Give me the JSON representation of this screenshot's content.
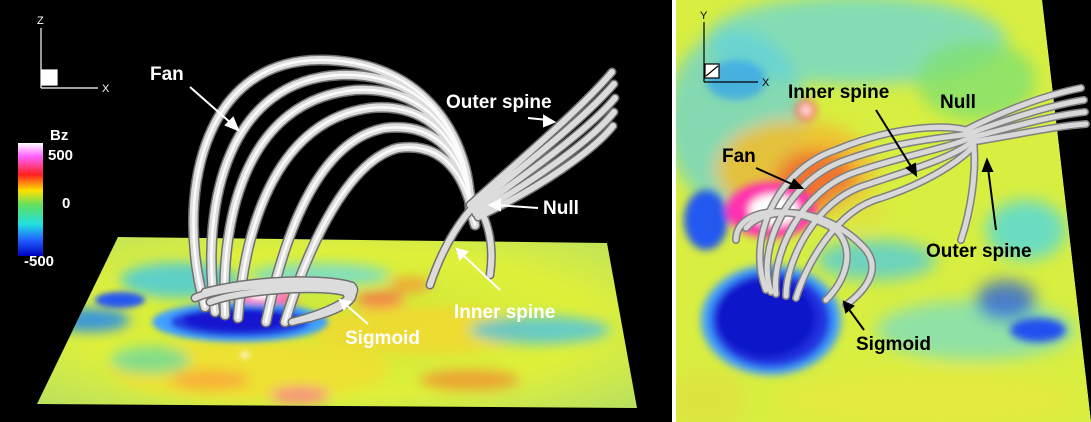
{
  "left": {
    "axes": {
      "vertical": "Z",
      "horizontal": "X"
    },
    "colorbar": {
      "title": "Bz",
      "ticks": [
        "500",
        "0",
        "-500"
      ]
    },
    "labels": {
      "fan": "Fan",
      "outer_spine": "Outer spine",
      "null": "Null",
      "inner_spine": "Inner spine",
      "sigmoid": "Sigmoid"
    }
  },
  "right": {
    "axes": {
      "vertical": "Y",
      "horizontal": "X"
    },
    "labels": {
      "inner_spine": "Inner spine",
      "null": "Null",
      "fan": "Fan",
      "outer_spine": "Outer spine",
      "sigmoid": "Sigmoid"
    }
  },
  "colors": {
    "field_line": "#d6d6d6",
    "background_left": "#000000",
    "label_left": "#ffffff",
    "label_right": "#000000"
  }
}
